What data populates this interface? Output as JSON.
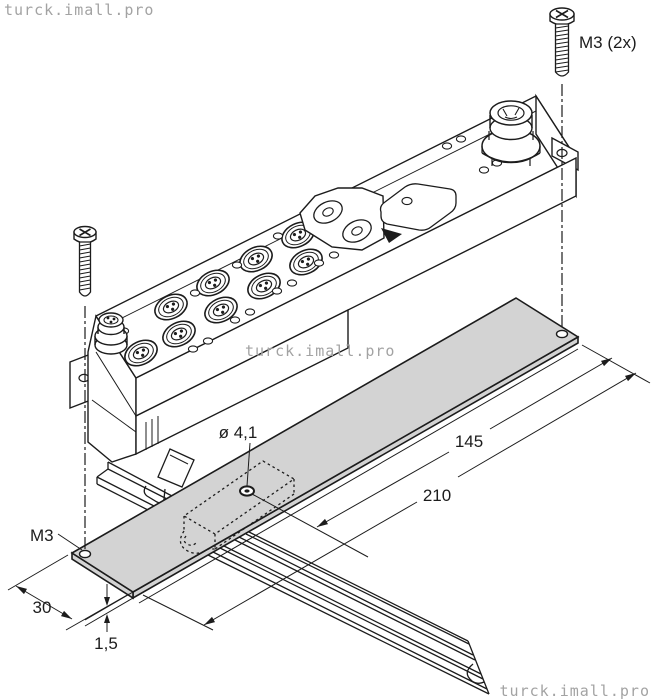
{
  "watermarks": {
    "top_left": "turck.imall.pro",
    "center": "turck.imall.pro",
    "bottom_right": "turck.imall.pro"
  },
  "callouts": {
    "screw_spec": "M3 (2x)",
    "hole_diameter": "ø 4,1",
    "thread_spec": "M3"
  },
  "dimensions": {
    "hole_distance": "145",
    "plate_length": "210",
    "plate_width": "30",
    "plate_thickness": "1,5"
  },
  "colors": {
    "line": "#1c1c1c",
    "plate_fill": "#d3d3d3",
    "watermark": "#a3a3a3",
    "background": "#ffffff"
  }
}
